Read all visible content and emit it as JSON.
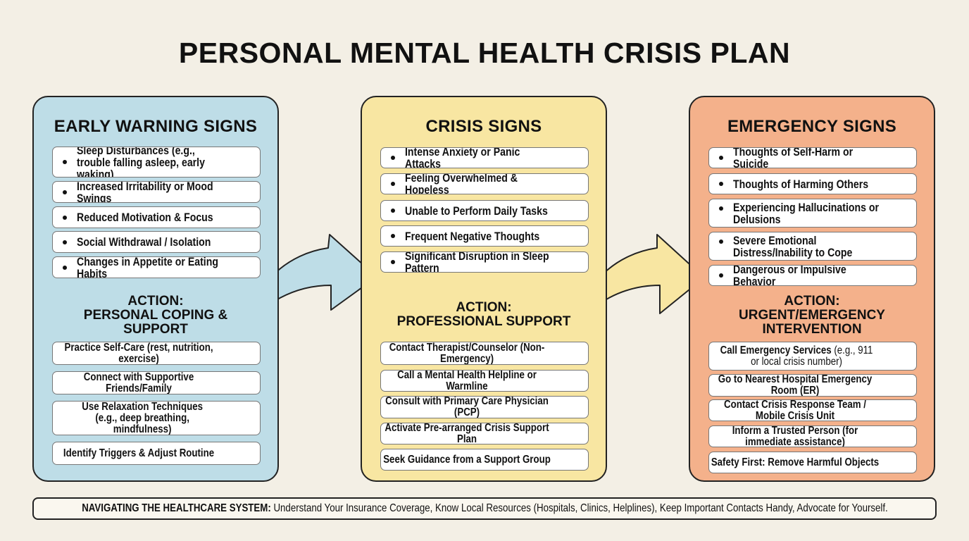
{
  "title": "PERSONAL MENTAL HEALTH CRISIS PLAN",
  "colors": {
    "background": "#f3efe5",
    "early": "#bedde7",
    "crisis": "#f8e6a2",
    "emergency": "#f4b18b"
  },
  "panels": [
    {
      "title": "EARLY WARNING SIGNS",
      "signs": [
        "Sleep Disturbances (e.g., trouble falling asleep, early waking)",
        "Increased Irritability or Mood Swings",
        "Reduced Motivation & Focus",
        "Social Withdrawal / Isolation",
        "Changes in Appetite or Eating Habits"
      ],
      "action_label": "ACTION:",
      "action_title": "PERSONAL COPING & SUPPORT",
      "actions": [
        "Practice Self-Care (rest, nutrition, exercise)",
        "Connect with Supportive Friends/Family",
        "Use Relaxation Techniques (e.g., deep breathing, mindfulness)",
        "Identify Triggers & Adjust Routine"
      ]
    },
    {
      "title": "CRISIS SIGNS",
      "signs": [
        "Intense Anxiety or Panic Attacks",
        "Feeling Overwhelmed & Hopeless",
        "Unable to Perform Daily Tasks",
        "Frequent Negative Thoughts",
        "Significant Disruption in Sleep Pattern"
      ],
      "action_label": "ACTION:",
      "action_title": "PROFESSIONAL SUPPORT",
      "actions": [
        "Contact Therapist/Counselor (Non-Emergency)",
        "Call a Mental Health Helpline or Warmline",
        "Consult with Primary Care Physician (PCP)",
        "Activate Pre-arranged Crisis Support Plan",
        "Seek Guidance from a Support Group"
      ]
    },
    {
      "title": "EMERGENCY SIGNS",
      "signs": [
        "Thoughts of Self-Harm or Suicide",
        "Thoughts of Harming Others",
        "Experiencing Hallucinations or Delusions",
        "Severe Emotional Distress/Inability to Cope",
        "Dangerous or Impulsive Behavior"
      ],
      "action_label": "ACTION:",
      "action_title": "URGENT/EMERGENCY INTERVENTION",
      "actions_first_bold": "Call Emergency Services",
      "actions_first_rest": " (e.g., 911 or local crisis number)",
      "actions": [
        "Go to Nearest Hospital Emergency Room (ER)",
        "Contact Crisis Response Team / Mobile Crisis Unit",
        "Inform a Trusted Person (for immediate assistance)",
        "Safety First: Remove Harmful Objects"
      ]
    }
  ],
  "footer": {
    "label": "NAVIGATING THE HEALTHCARE SYSTEM:",
    "text": " Understand Your Insurance Coverage, Know Local Resources (Hospitals, Clinics, Helplines), Keep Important Contacts Handy, Advocate for Yourself."
  }
}
